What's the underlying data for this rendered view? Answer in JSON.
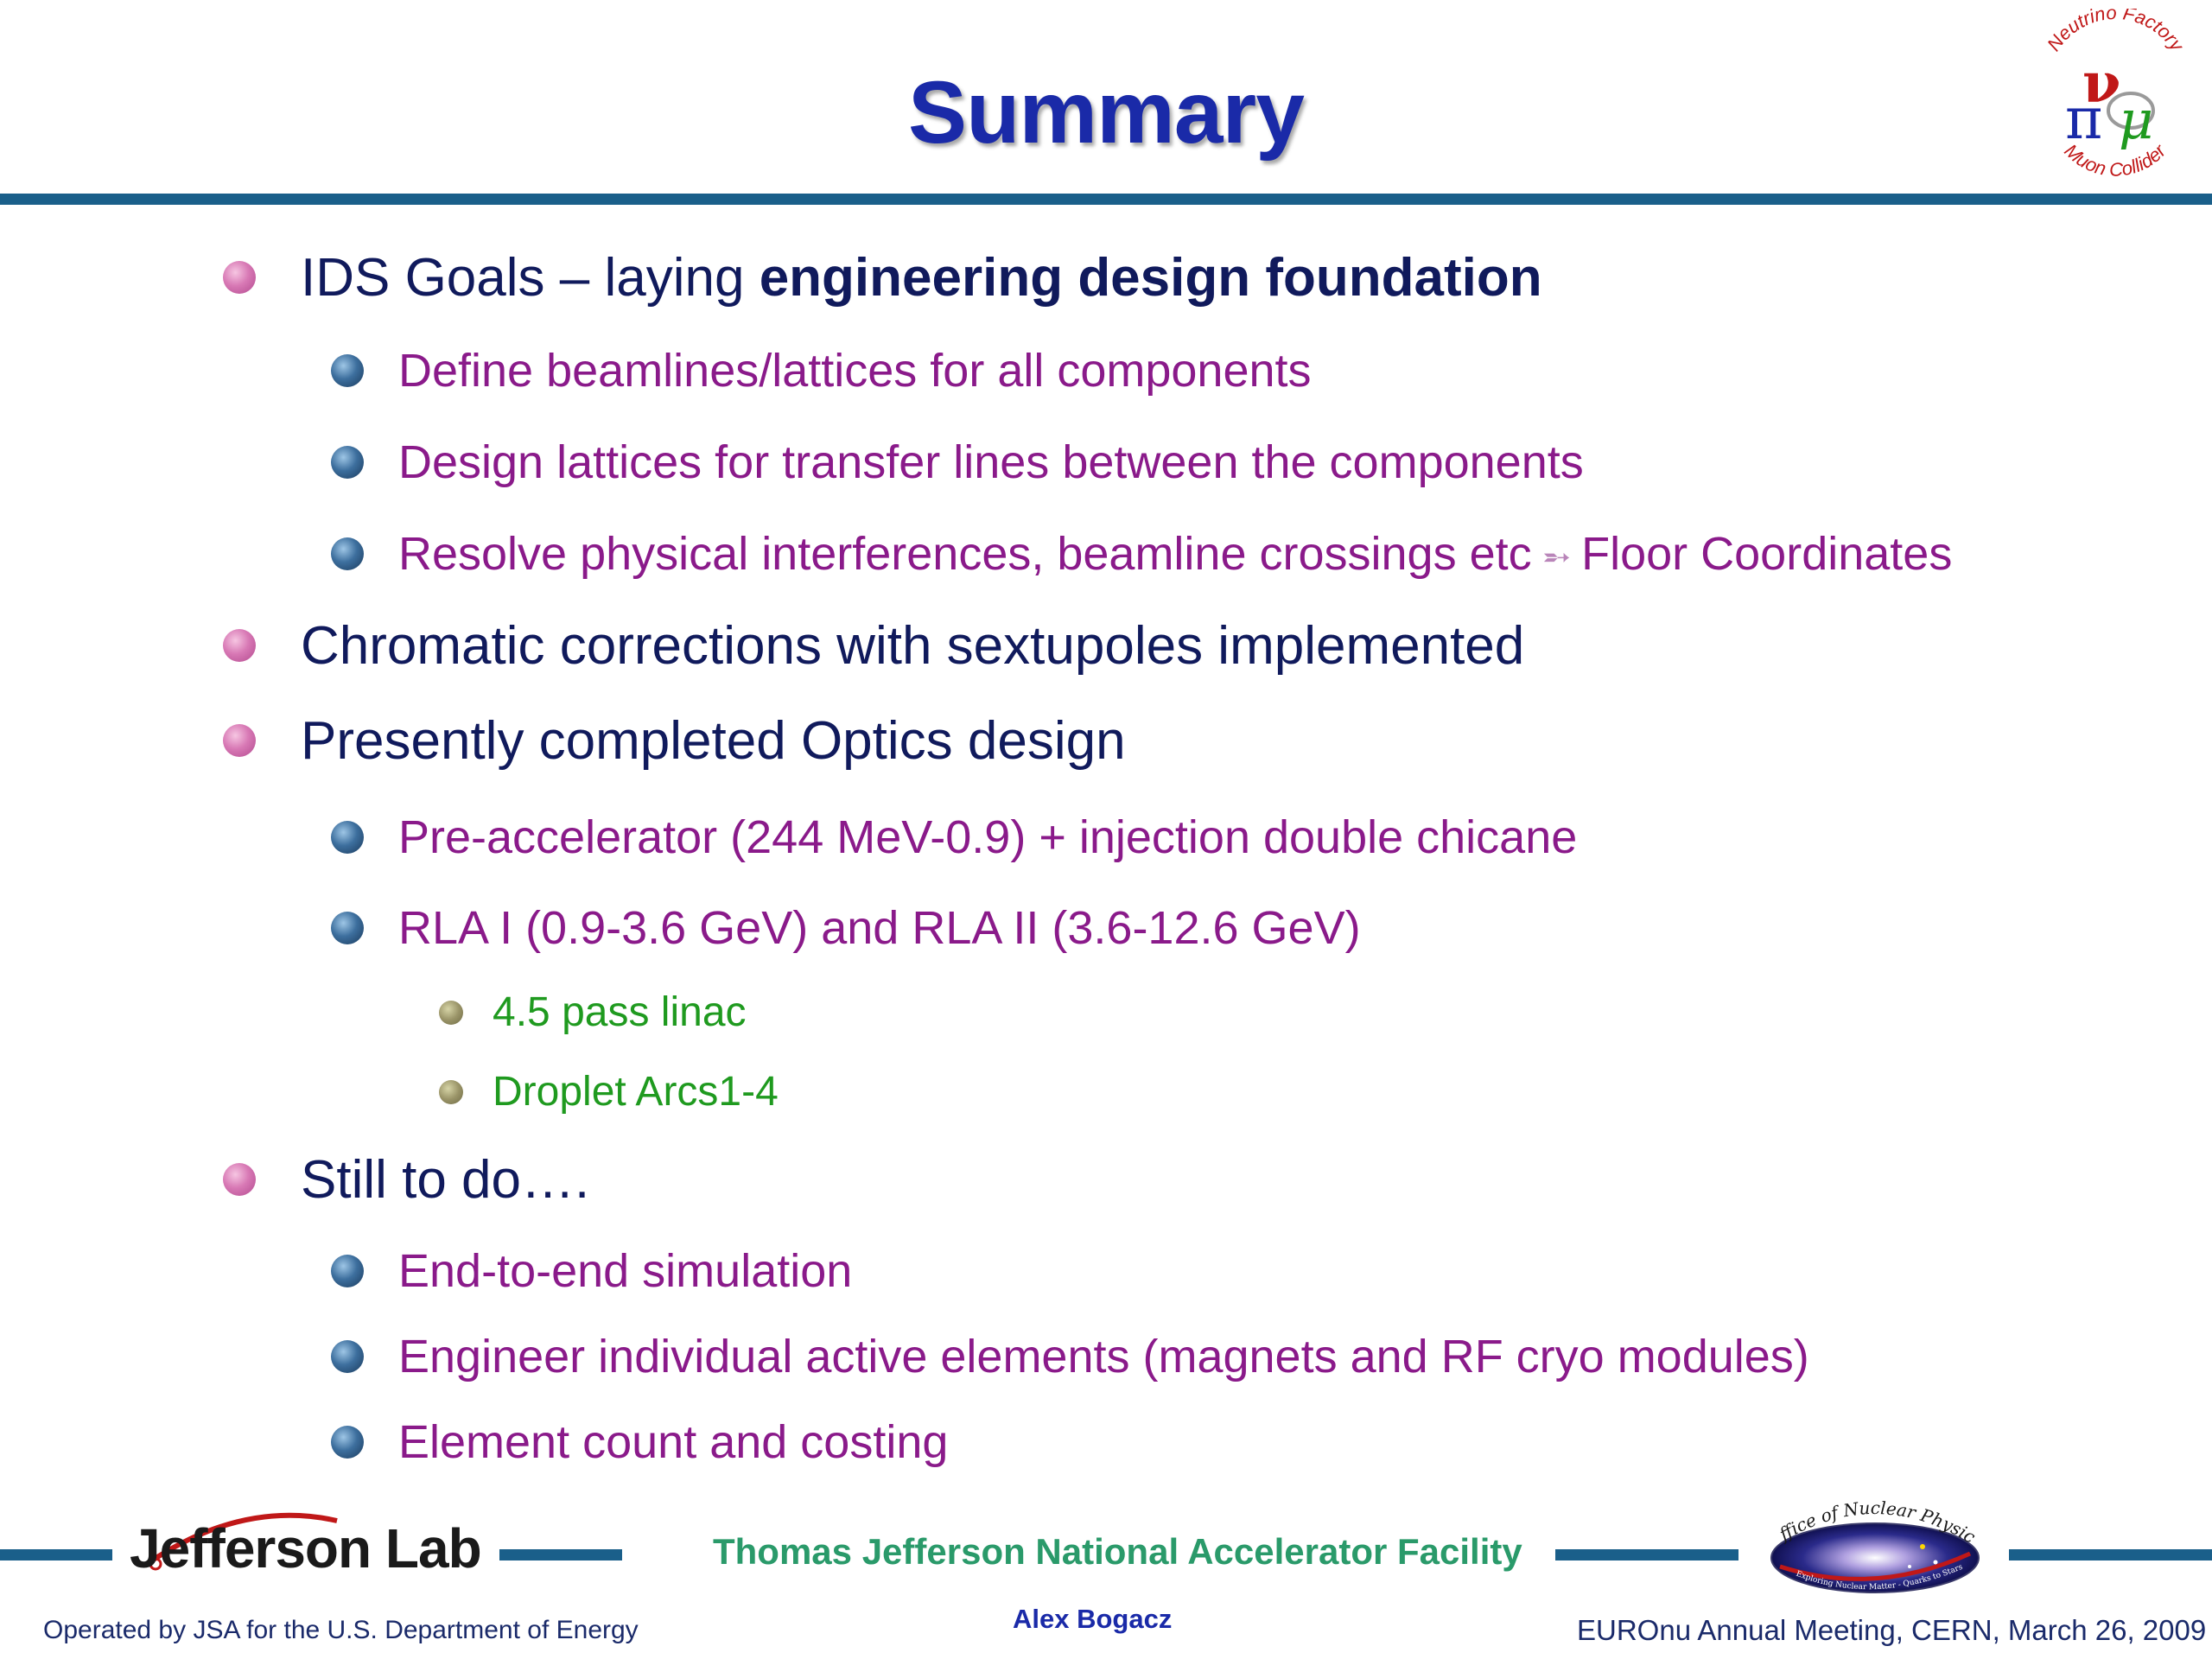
{
  "slide": {
    "title": "Summary"
  },
  "logo_nf": {
    "arc_top": "Neutrino Factory",
    "arc_bottom": "Muon Collider",
    "symbol_pi": "π",
    "symbol_nu": "ν",
    "symbol_mu": "μ"
  },
  "bullets": [
    {
      "level": 1,
      "text": "IDS Goals – laying ",
      "bold": "engineering design foundation"
    },
    {
      "level": 2,
      "text": "Define beamlines/lattices for all components"
    },
    {
      "level": 2,
      "text": "Design lattices for transfer lines between the components"
    },
    {
      "level": 2,
      "text": "Resolve physical interferences, beamline crossings etc",
      "arrow": "➵",
      "tail": "Floor Coordinates"
    },
    {
      "level": 1,
      "text": "Chromatic corrections with sextupoles implemented"
    },
    {
      "level": 1,
      "text": "Presently completed Optics design"
    },
    {
      "level": 2,
      "text": "Pre-accelerator (244 MeV-0.9) + injection double chicane"
    },
    {
      "level": 2,
      "text": " RLA I (0.9-3.6 GeV) and RLA II (3.6-12.6 GeV)"
    },
    {
      "level": 3,
      "text": "4.5 pass linac"
    },
    {
      "level": 3,
      "text": "Droplet Arcs1-4"
    },
    {
      "level": 1,
      "text": "Still to do…."
    },
    {
      "level": 2,
      "text": "End-to-end simulation"
    },
    {
      "level": 2,
      "text": "Engineer individual active elements (magnets and RF cryo modules)"
    },
    {
      "level": 2,
      "text": "Element count and costing"
    }
  ],
  "footer": {
    "lab_name": "Jefferson Lab",
    "facility": "Thomas Jefferson National Accelerator Facility",
    "operated_by": "Operated by JSA for the U.S. Department of Energy",
    "author": "Alex Bogacz",
    "meeting": "EUROnu Annual Meeting, CERN, March 26, 2009",
    "np_logo_top": "Office of Nuclear Physics",
    "np_logo_bottom": "Exploring Nuclear Matter - Quarks to Stars"
  },
  "colors": {
    "title": "#1a2aa8",
    "rule": "#1a5f8a",
    "level1": "#101a5c",
    "level2": "#8a1a8a",
    "level3": "#1f9a1f"
  }
}
